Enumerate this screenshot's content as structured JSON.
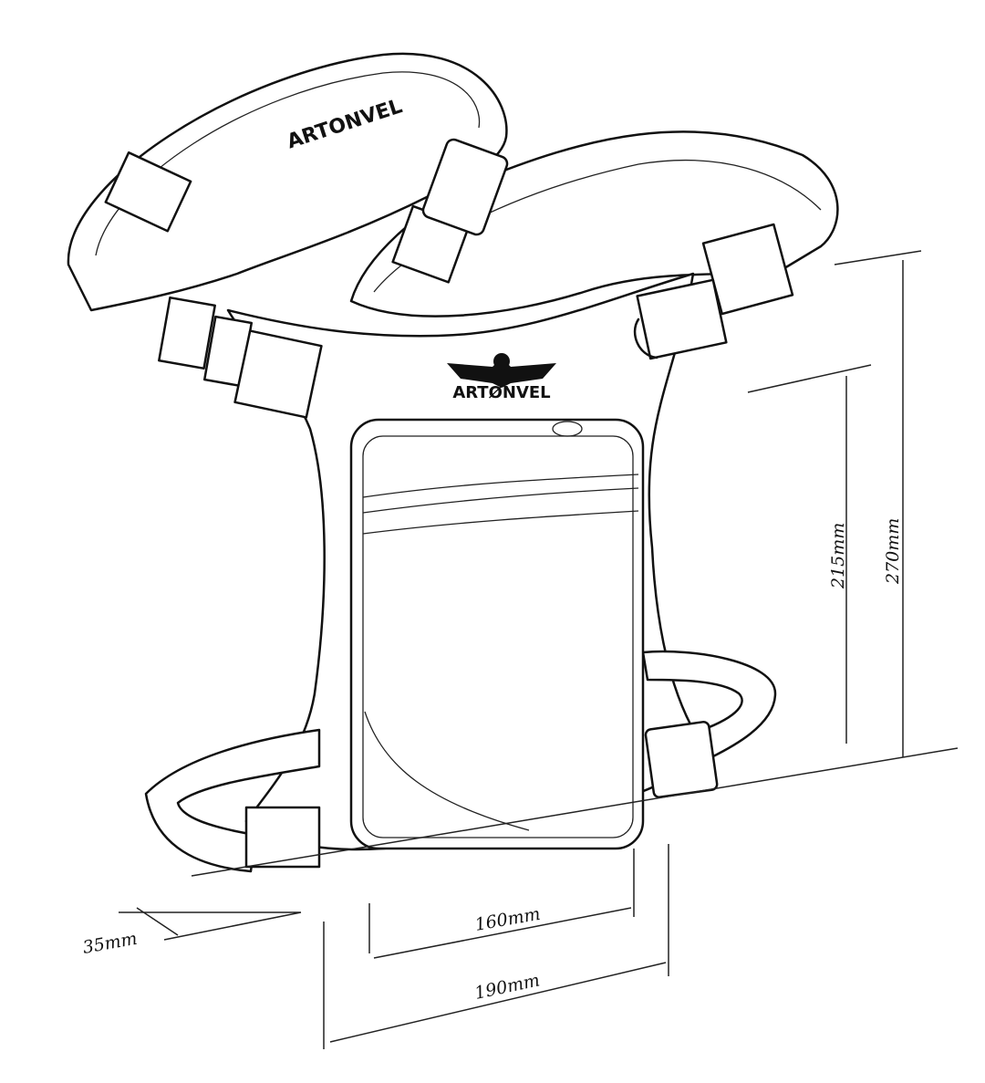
{
  "product": {
    "strap_brand": "ARTONVEL",
    "logo_text": "ARTØNVEL"
  },
  "dimensions": {
    "inner_height": "215mm",
    "total_height": "270mm",
    "pocket_width": "160mm",
    "total_width": "190mm",
    "strap_width": "35mm"
  }
}
